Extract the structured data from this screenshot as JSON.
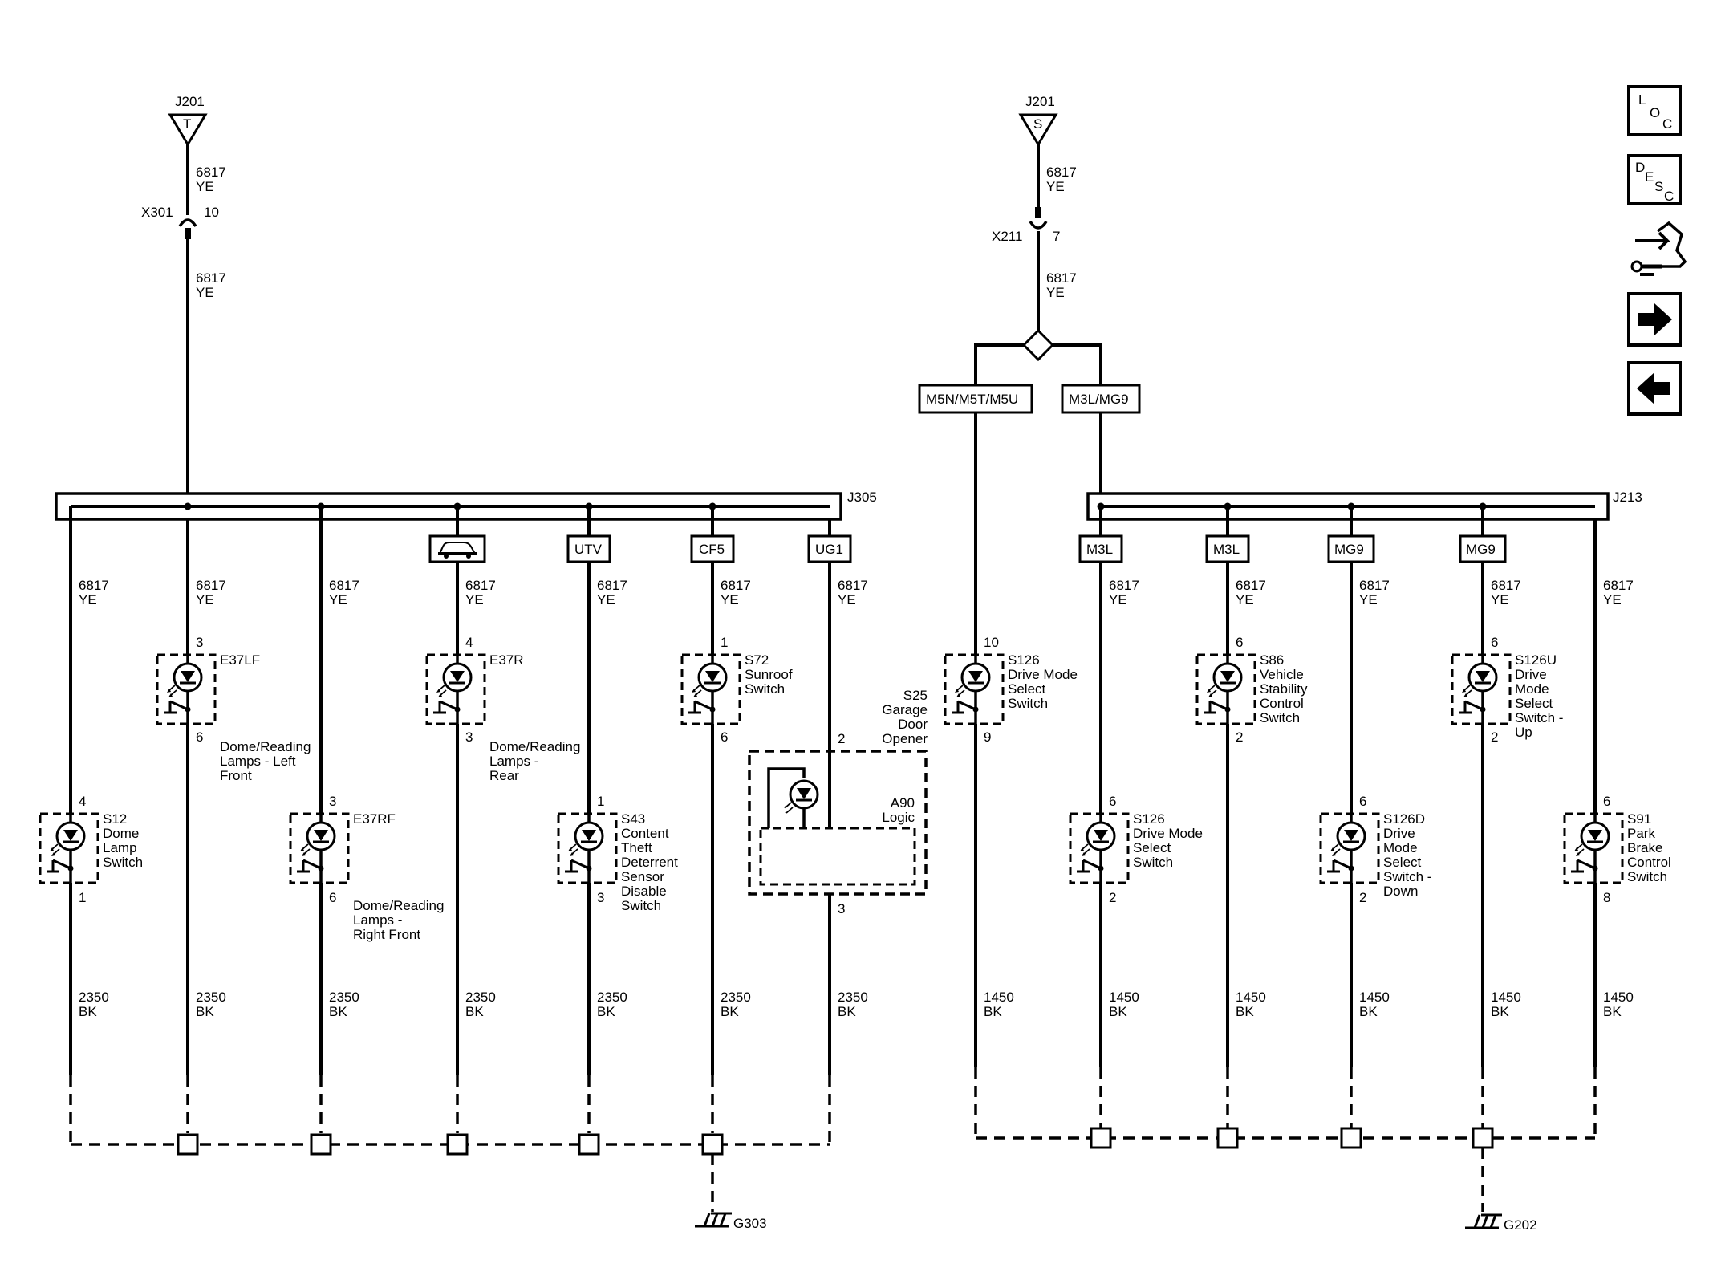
{
  "wire_yellow": "6817",
  "color_yellow": "YE",
  "wire_ground_left": "2350",
  "wire_ground_right": "1450",
  "color_black": "BK",
  "left": {
    "junction_label": "J201",
    "junction_pin": "T",
    "inline_connector": "X301",
    "inline_pin": "10",
    "splice_label": "J305",
    "ground_label": "G303",
    "option_sunroof_icon": "car-sunroof-icon",
    "options": {
      "utv": "UTV",
      "cf5": "CF5",
      "ug1": "UG1"
    },
    "s12": {
      "pin_top": "4",
      "pin_bottom": "1",
      "name": "S12",
      "line1": "Dome",
      "line2": "Lamp",
      "line3": "Switch"
    },
    "e37lf": {
      "pin_top": "3",
      "pin_bottom": "6",
      "name": "E37LF",
      "line1": "Dome/Reading",
      "line2": "Lamps - Left",
      "line3": "Front"
    },
    "e37rf": {
      "pin_top": "3",
      "pin_bottom": "6",
      "name": "E37RF",
      "line1": "Dome/Reading",
      "line2": "Lamps -",
      "line3": "Right Front"
    },
    "e37r": {
      "pin_top": "4",
      "pin_bottom": "3",
      "name": "E37R",
      "line1": "Dome/Reading",
      "line2": "Lamps -",
      "line3": "Rear"
    },
    "s43": {
      "pin_top": "1",
      "pin_bottom": "3",
      "name": "S43",
      "line1": "Content",
      "line2": "Theft",
      "line3": "Deterrent",
      "line4": "Sensor",
      "line5": "Disable",
      "line6": "Switch"
    },
    "s72": {
      "pin_top": "1",
      "pin_bottom": "6",
      "name": "S72",
      "line1": "Sunroof",
      "line2": "Switch"
    },
    "s25": {
      "pin_top": "2",
      "pin_bottom": "3",
      "name": "S25",
      "line1": "Garage",
      "line2": "Door",
      "line3": "Opener",
      "module": "A90",
      "module_line": "Logic"
    }
  },
  "right": {
    "junction_label": "J201",
    "junction_pin": "S",
    "inline_connector": "X211",
    "inline_pin": "7",
    "splice_label": "J213",
    "ground_label": "G202",
    "option_a": "M5N/M5T/M5U",
    "option_b": "M3L/MG9",
    "options": {
      "m3l_1": "M3L",
      "m3l_2": "M3L",
      "mg9_1": "MG9",
      "mg9_2": "MG9"
    },
    "s126_a": {
      "pin_top": "10",
      "pin_bottom": "9",
      "name": "S126",
      "line1": "Drive Mode",
      "line2": "Select",
      "line3": "Switch"
    },
    "s126_b": {
      "pin_top": "6",
      "pin_bottom": "2",
      "name": "S126",
      "line1": "Drive Mode",
      "line2": "Select",
      "line3": "Switch"
    },
    "s86": {
      "pin_top": "6",
      "pin_bottom": "2",
      "name": "S86",
      "line1": "Vehicle",
      "line2": "Stability",
      "line3": "Control",
      "line4": "Switch"
    },
    "s126d": {
      "pin_top": "6",
      "pin_bottom": "2",
      "name": "S126D",
      "line1": "Drive",
      "line2": "Mode",
      "line3": "Select",
      "line4": "Switch -",
      "line5": "Down"
    },
    "s126u": {
      "pin_top": "6",
      "pin_bottom": "2",
      "name": "S126U",
      "line1": "Drive",
      "line2": "Mode",
      "line3": "Select",
      "line4": "Switch -",
      "line5": "Up"
    },
    "s91": {
      "pin_top": "6",
      "pin_bottom": "8",
      "name": "S91",
      "line1": "Park",
      "line2": "Brake",
      "line3": "Control",
      "line4": "Switch"
    }
  },
  "nav": {
    "loc": {
      "l": "L",
      "o": "O",
      "c": "C"
    },
    "desc": {
      "d": "D",
      "e": "E",
      "s": "S",
      "c": "C"
    },
    "icons": [
      "connector-tool-icon",
      "arrow-right-icon",
      "arrow-left-icon"
    ]
  }
}
